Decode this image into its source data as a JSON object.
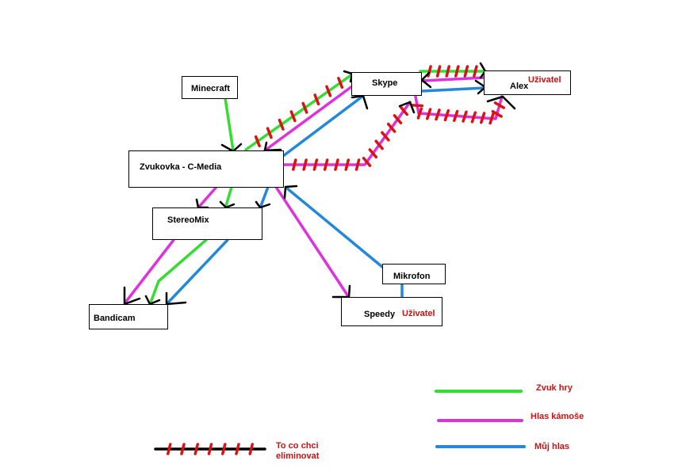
{
  "nodes": {
    "minecraft": {
      "label": "Minecraft"
    },
    "zvukovka": {
      "label": "Zvukovka - C-Media"
    },
    "skype": {
      "label": "Skype"
    },
    "alex": {
      "label": "Alex",
      "tag": "Uživatel"
    },
    "stereomix": {
      "label": "StereoMix"
    },
    "bandicam": {
      "label": "Bandicam"
    },
    "mikrofon": {
      "label": "Mikrofon"
    },
    "speedy": {
      "label": "Speedy",
      "tag": "Uživatel"
    }
  },
  "colors": {
    "game_sound": "#33dd33",
    "friend_voice": "#dd33dd",
    "my_voice": "#2288dd",
    "eliminate_mark": "#dd1111",
    "arrowhead": "#000000",
    "label_red": "#cc1111"
  },
  "legend": {
    "game_sound": "Zvuk hry",
    "friend_voice": "Hlas kámoše",
    "my_voice": "Můj hlas",
    "eliminate_line1": "To co chci",
    "eliminate_line2": "eliminovat"
  },
  "edges": [
    {
      "from": "Minecraft",
      "to": "Zvukovka - C-Media",
      "type": "game_sound"
    },
    {
      "from": "Zvukovka - C-Media",
      "to": "Skype",
      "type": "game_sound",
      "eliminate": true
    },
    {
      "from": "Skype",
      "to": "Zvukovka - C-Media",
      "type": "friend_voice"
    },
    {
      "from": "Zvukovka - C-Media",
      "to": "Skype",
      "type": "my_voice"
    },
    {
      "from": "Zvukovka - C-Media",
      "to": "Skype",
      "type": "friend_voice",
      "eliminate": true
    },
    {
      "from": "Skype",
      "to": "Alex",
      "type": "game_sound",
      "eliminate": true
    },
    {
      "from": "Alex",
      "to": "Skype",
      "type": "friend_voice"
    },
    {
      "from": "Skype",
      "to": "Alex",
      "type": "my_voice"
    },
    {
      "from": "Skype",
      "to": "Alex",
      "type": "friend_voice",
      "eliminate": true
    },
    {
      "from": "Zvukovka - C-Media",
      "to": "StereoMix",
      "type": "friend_voice"
    },
    {
      "from": "Zvukovka - C-Media",
      "to": "StereoMix",
      "type": "game_sound"
    },
    {
      "from": "Zvukovka - C-Media",
      "to": "StereoMix",
      "type": "my_voice"
    },
    {
      "from": "StereoMix",
      "to": "Bandicam",
      "type": "friend_voice"
    },
    {
      "from": "StereoMix",
      "to": "Bandicam",
      "type": "game_sound"
    },
    {
      "from": "StereoMix",
      "to": "Bandicam",
      "type": "my_voice"
    },
    {
      "from": "Zvukovka - C-Media",
      "to": "Speedy",
      "type": "friend_voice"
    },
    {
      "from": "Mikrofon",
      "to": "Zvukovka - C-Media",
      "type": "my_voice"
    },
    {
      "from": "Speedy",
      "to": "Mikrofon",
      "type": "my_voice"
    }
  ]
}
